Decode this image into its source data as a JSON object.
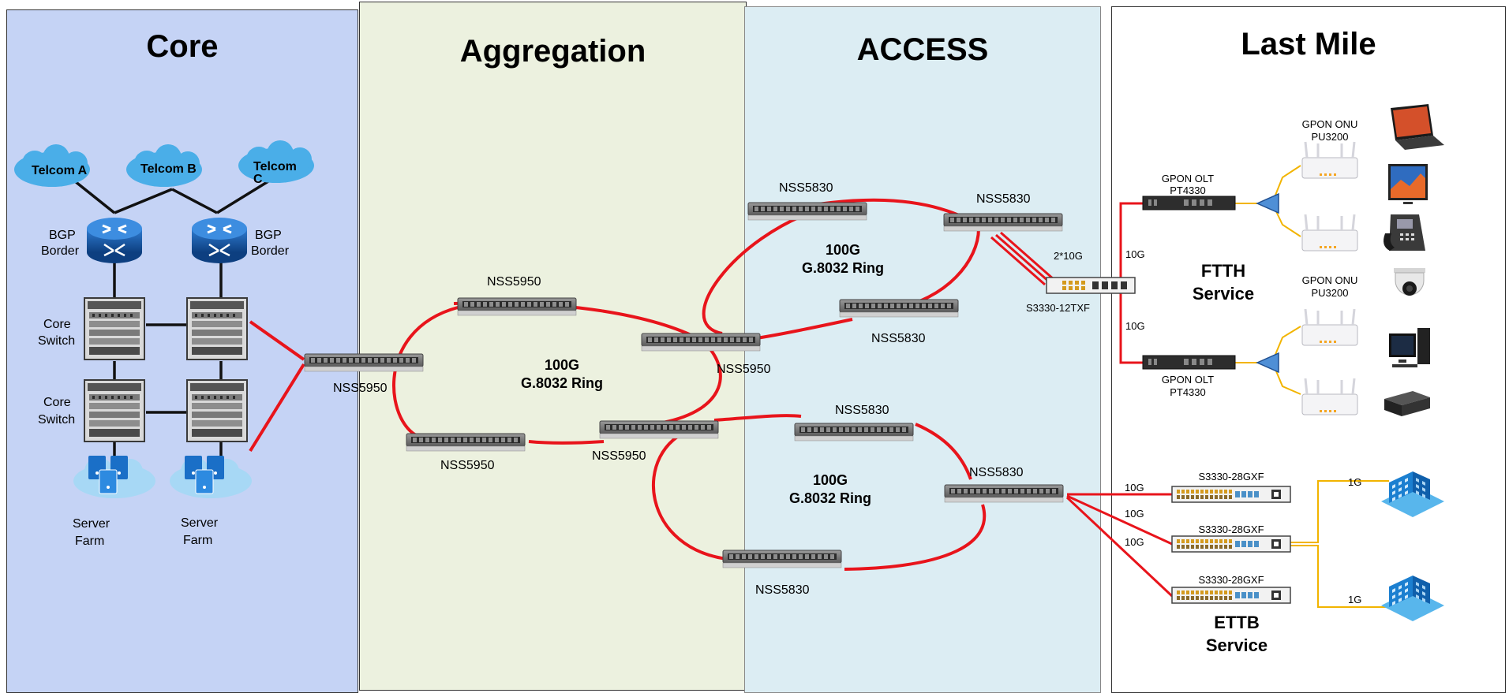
{
  "zones": {
    "core": "Core",
    "aggregation": "Aggregation",
    "access": "ACCESS",
    "last_mile": "Last Mile"
  },
  "core": {
    "clouds": [
      "Telcom A",
      "Telcom B",
      "Telcom",
      "C"
    ],
    "bgp": [
      "BGP",
      "Border",
      "BGP",
      "Border"
    ],
    "core_switch": [
      "Core",
      "Switch",
      "Core",
      "Switch"
    ],
    "server_farm": [
      "Server",
      "Farm",
      "Server",
      "Farm"
    ]
  },
  "aggregation": {
    "edge_switch": "NSS5950",
    "ring_nodes": [
      "NSS5950",
      "NSS5950",
      "NSS5950",
      "NSS5950"
    ],
    "ring_label": [
      "100G",
      "G.8032 Ring"
    ]
  },
  "access": {
    "ring1_nodes": [
      "NSS5830",
      "NSS5830",
      "NSS5830"
    ],
    "ring1_label": [
      "100G",
      "G.8032 Ring"
    ],
    "ring2_nodes": [
      "NSS5830",
      "NSS5830",
      "NSS5830"
    ],
    "ring2_label": [
      "100G",
      "G.8032 Ring"
    ],
    "uplink_speed": "2*10G",
    "small_switch": "S3330-12TXF"
  },
  "last_mile": {
    "olt": [
      "GPON OLT",
      "PT4330",
      "GPON OLT",
      "PT4330"
    ],
    "onu": [
      "GPON ONU",
      "PU3200",
      "GPON ONU",
      "PU3200"
    ],
    "ftth_speeds": [
      "10G",
      "10G"
    ],
    "ftth_label": [
      "FTTH",
      "Service"
    ],
    "ettb_switches": [
      "S3330-28GXF",
      "S3330-28GXF",
      "S3330-28GXF"
    ],
    "ettb_speeds": [
      "10G",
      "10G",
      "10G"
    ],
    "building_speeds": [
      "1G",
      "1G"
    ],
    "ettb_label": [
      "ETTB",
      "Service"
    ]
  },
  "colors": {
    "ring": "#e8141b",
    "building_link": "#f2b400",
    "core_bg": "#c5d3f5",
    "aggregation_bg": "#ecf1df",
    "access_bg": "#dcedf3",
    "cloud": "#4aaee8",
    "router": "#1f5fa8"
  },
  "icons": [
    "cloud-icon",
    "router-icon",
    "core-switch-icon",
    "server-farm-icon",
    "switch-icon",
    "olt-icon",
    "splitter-icon",
    "onu-router-icon",
    "laptop-icon",
    "tv-icon",
    "phone-icon",
    "camera-icon",
    "pc-icon",
    "settop-box-icon",
    "building-icon"
  ]
}
